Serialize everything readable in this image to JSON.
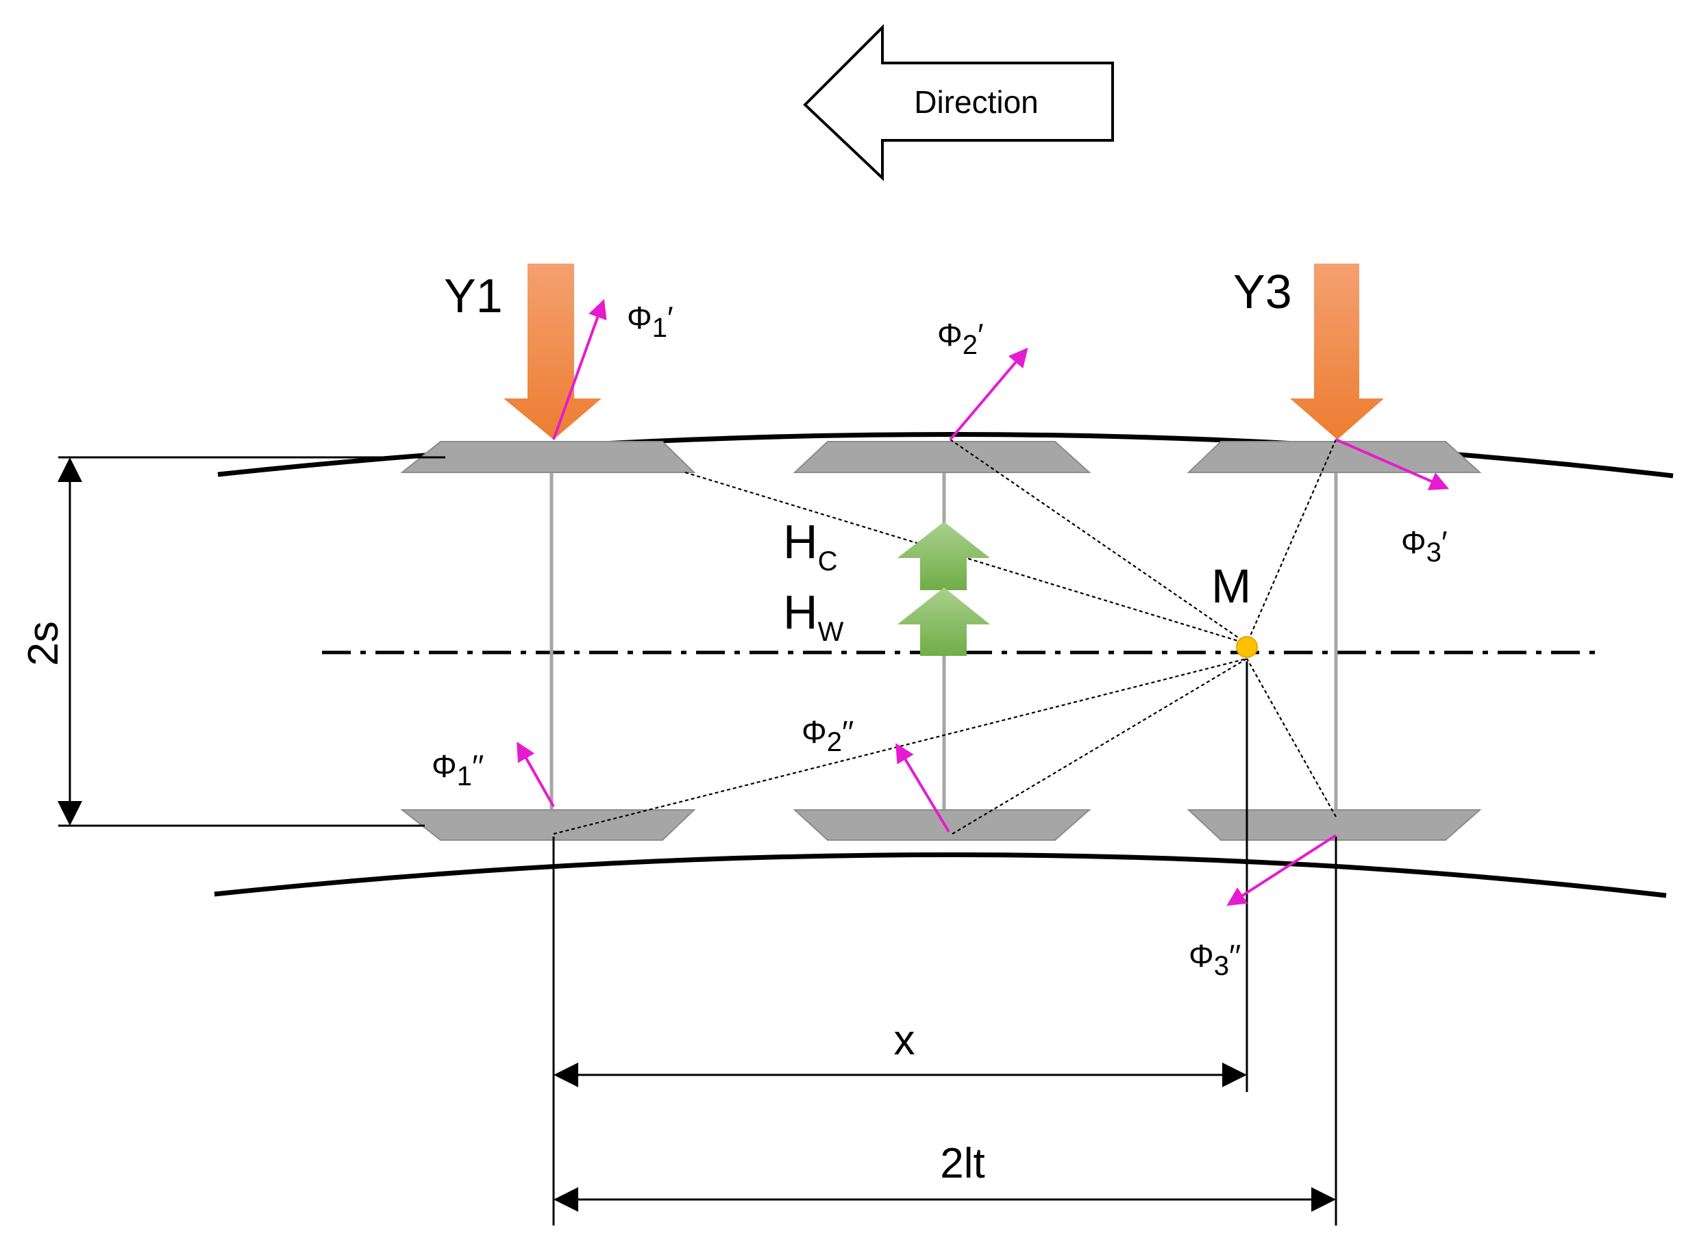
{
  "direction": {
    "label": "Direction"
  },
  "loads": [
    {
      "label": "Y1"
    },
    {
      "label": "Y3"
    }
  ],
  "forces": [
    {
      "base": "Φ",
      "sub": "1",
      "prime": "′"
    },
    {
      "base": "Φ",
      "sub": "2",
      "prime": "′"
    },
    {
      "base": "Φ",
      "sub": "3",
      "prime": "′"
    },
    {
      "base": "Φ",
      "sub": "1",
      "prime": "′′"
    },
    {
      "base": "Φ",
      "sub": "2",
      "prime": "′′"
    },
    {
      "base": "Φ",
      "sub": "3",
      "prime": "′′"
    }
  ],
  "lateral_forces": [
    {
      "base": "H",
      "sub": "C"
    },
    {
      "base": "H",
      "sub": "W"
    }
  ],
  "point": {
    "label": "M"
  },
  "dimensions": {
    "gauge": "2s",
    "distance_x": "x",
    "wheelbase": "2lt"
  },
  "colors": {
    "load_arrow": "#ed7d31",
    "lateral_arrow": "#70ad47",
    "force_vector": "#e61bd0",
    "point_m": "#ffc000",
    "wheel": "#a6a6a6"
  }
}
